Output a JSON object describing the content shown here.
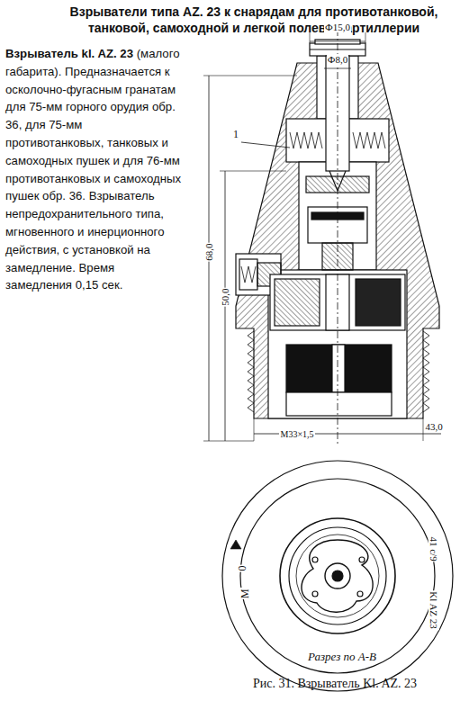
{
  "diagram": {
    "title": "Взрыватели типа AZ. 23 к снарядам для противотанковой, танковой, самоходной и легкой полевой артиллерии",
    "caption": "Рис. 31. Взрыватель Kl. AZ. 23",
    "labels": [
      "Взрыватель kl. AZ. 23",
      "(малого габарита). Предназначается к осколочно-фугасным гранатам для 75-мм горного орудия обр. 36, для 75-мм противотанковых, танковых и самоходных пушек и для 76-мм противотанковых и самоходных пушек обр. 36. Взрыватель непредохранительного типа, мгновенного и инерционного действия, с установкой на замедление. Время замедления 0,15 сек.",
      "Ф15,0",
      "Ф8,0",
      "1",
      "68,0",
      "50,0",
      "M33×1,5",
      "43,0",
      "Разрез по А-В",
      "0",
      "M",
      "41 c/9",
      "Kl AZ 23"
    ]
  }
}
